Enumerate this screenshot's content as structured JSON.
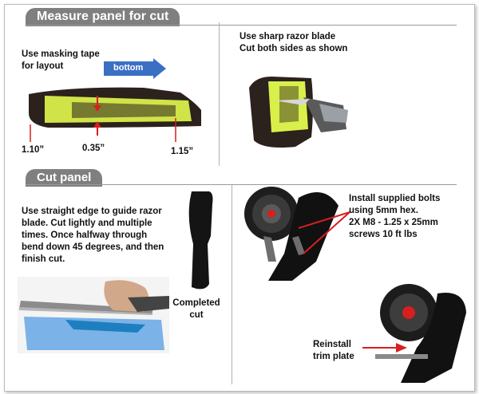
{
  "sections": {
    "measure": {
      "title": "Measure panel for cut"
    },
    "cut": {
      "title": "Cut panel"
    }
  },
  "measure": {
    "tape_note": "Use masking tape for layout",
    "direction_label": "bottom",
    "dim_left": "1.10”",
    "dim_center": "0.35”",
    "dim_right": "1.15”",
    "razor_note_line1": "Use sharp razor blade",
    "razor_note_line2": "Cut both sides as shown"
  },
  "cut": {
    "instructions_line1": "Use straight edge to guide razor",
    "instructions_line2": "blade. Cut lightly and multiple",
    "instructions_line3": "times. Once halfway through",
    "instructions_line4": "bend down 45 degrees, and then",
    "instructions_line5": "finish cut.",
    "completed_line1": "Completed",
    "completed_line2": "cut",
    "bolts_line1": "Install supplied bolts",
    "bolts_line2": "using 5mm hex.",
    "bolts_line3": "2X M8 - 1.25 x 25mm",
    "bolts_line4": "screws 10 ft lbs",
    "reinstall_line1": "Reinstall",
    "reinstall_line2": "trim plate"
  },
  "colors": {
    "tab_gray": "#7f7f7f",
    "tape_yellow": "#d9ef4a",
    "panel_dark": "#2b211d",
    "marker_red": "#d81e1e",
    "arrow_blue": "#3a6fc4"
  }
}
